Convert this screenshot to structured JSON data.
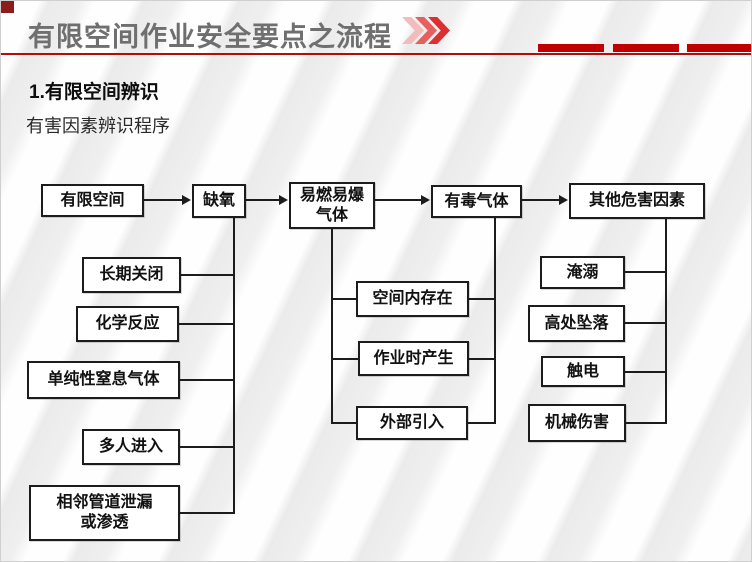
{
  "header": {
    "title": "有限空间作业安全要点之流程",
    "chevron_icon": "chevrons-right-icon",
    "colors": {
      "accent_red": "#c00000",
      "divider_red": "#b50b0b",
      "corner_maroon": "#8c1c1c",
      "title_gray": "#6f6f6f",
      "chevron_light": "#f2bcbc",
      "chevron_mid": "#e56060",
      "chevron_dark": "#dd2f2f"
    }
  },
  "section": {
    "heading": "1.有限空间辨识",
    "subheading": "有害因素辨识程序"
  },
  "flowchart": {
    "nodes": {
      "space": "有限空间",
      "oxygen": "缺氧",
      "flammable": "易燃易爆\n气体",
      "toxic": "有毒气体",
      "other": "其他危害因素"
    },
    "oxygen_causes": [
      "长期关闭",
      "化学反应",
      "单纯性窒息气体",
      "多人进入",
      "相邻管道泄漏\n或渗透"
    ],
    "gas_sources": [
      "空间内存在",
      "作业时产生",
      "外部引入"
    ],
    "other_hazards": [
      "淹溺",
      "高处坠落",
      "触电",
      "机械伤害"
    ]
  }
}
